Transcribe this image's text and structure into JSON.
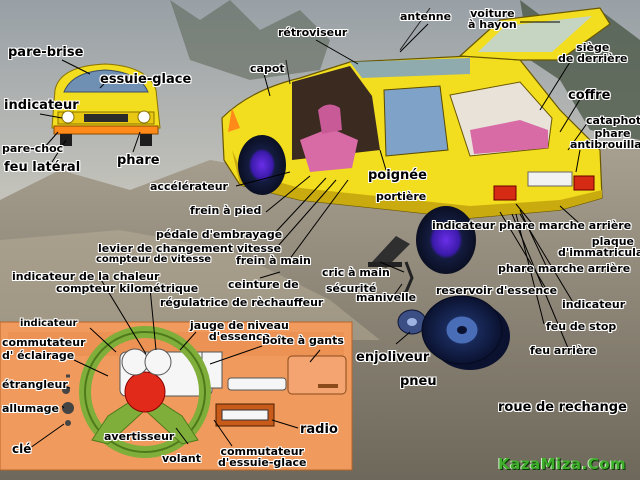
{
  "labels": {
    "pare_brise": "pare-brise",
    "essuie_glace": "essuie-glace",
    "indicateur_front": "indicateur",
    "pare_choc": "pare-choc",
    "feu_lateral": "feu latéral",
    "phare": "phare",
    "retroviseur": "rétroviseur",
    "antenne": "antenne",
    "voiture_a_hayon_1": "voiture",
    "voiture_a_hayon_2": "à hayon",
    "siege_1": "siège",
    "siege_2": "de derrière",
    "capot": "capot",
    "coffre": "coffre",
    "cataphote": "cataphote",
    "phare_antibrouillard_1": "phare",
    "phare_antibrouillard_2": "antibrouillard",
    "poignee": "poignée",
    "portiere": "portière",
    "accelerateur": "accélérateur",
    "frein_a_pied": "frein à pied",
    "pedale_embrayage": "pédale d'embrayage",
    "levier_vitesse": "levier de changement vitesse",
    "compteur_vitesse": "compteur de vitesse",
    "frein_a_main": "frein à main",
    "indicateur_phare_arriere": "indicateur phare marche arrière",
    "plaque_1": "plaque",
    "plaque_2": "d'immatriculation",
    "phare_marche_arriere": "phare marche arrière",
    "indicateur_chaleur": "indicateur de la chaleur",
    "compteur_km": "compteur kilométrique",
    "ceinture": "ceinture de",
    "securite": "sécurité",
    "cric": "cric à main",
    "regulatrice": "régulatrice de rèchauffeur",
    "manivelle": "manivelle",
    "reservoir": "reservoir d'essence",
    "indicateur_rear": "indicateur",
    "indicateur_dash": "indicateur",
    "jauge_1": "jauge de niveau",
    "jauge_2": "d'essence",
    "boite_gants": "boîte à gants",
    "feu_de_stop": "feu de stop",
    "commutateur_eclairage_1": "commutateur",
    "commutateur_eclairage_2": "d' éclairage",
    "enjoliveur": "enjoliveur",
    "feu_arriere": "feu arrière",
    "etrangleur": "étrangleur",
    "allumage": "allumage",
    "pneu": "pneu",
    "roue_de_rechange": "roue de rechange",
    "radio": "radio",
    "cle": "clé",
    "avertisseur": "avertisseur",
    "volant": "volant",
    "commutateur_essuie_1": "commutateur",
    "commutateur_essuie_2": "d'essuie-glace"
  },
  "watermark": "KazaMiza.Com",
  "colors": {
    "car_body": "#f2dd1e",
    "car_shadow": "#c9ab10",
    "seat": "#d86aa6",
    "dash_panel": "#f09a5e",
    "steering_wheel": "#7fae3a",
    "tyre": "#141c40",
    "hub": "#6a2ee8",
    "watermark": "#3fae2a"
  }
}
